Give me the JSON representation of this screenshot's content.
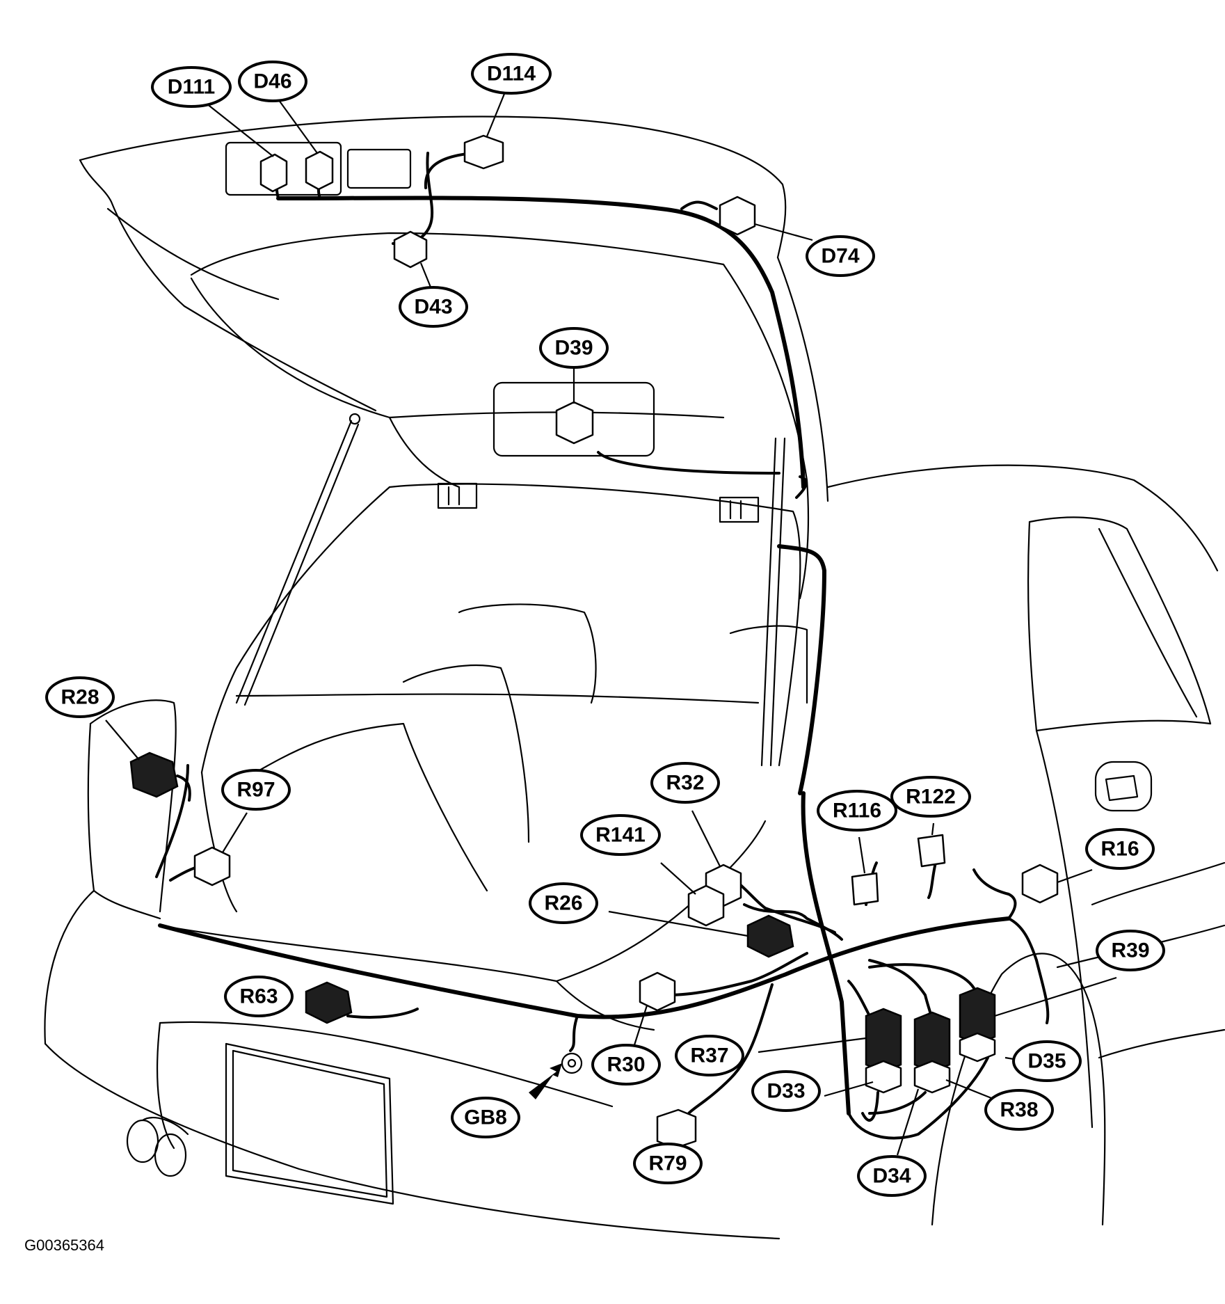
{
  "figure_code": "G00365364",
  "callouts": {
    "D111": "D111",
    "D46": "D46",
    "D114": "D114",
    "D74": "D74",
    "D43": "D43",
    "D39": "D39",
    "R28": "R28",
    "R97": "R97",
    "R32": "R32",
    "R116": "R116",
    "R122": "R122",
    "R16": "R16",
    "R141": "R141",
    "R26": "R26",
    "R39": "R39",
    "R63": "R63",
    "R30": "R30",
    "R37": "R37",
    "D35": "D35",
    "GB8": "GB8",
    "D33": "D33",
    "R38": "R38",
    "R79": "R79",
    "D34": "D34"
  }
}
